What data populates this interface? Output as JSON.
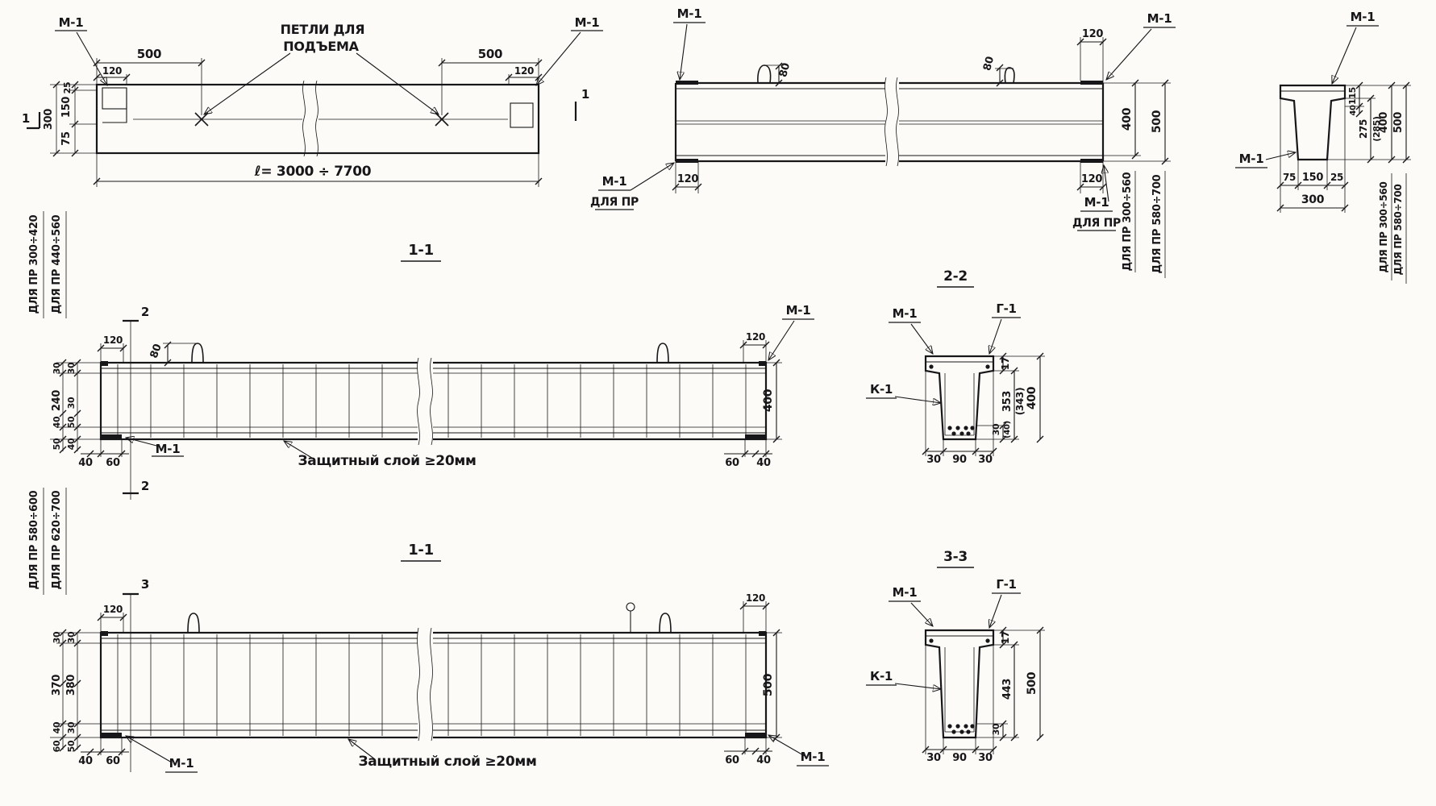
{
  "plan": {
    "m1_left": "М-1",
    "m1_right": "М-1",
    "dim_500_left": "500",
    "dim_120_left": "120",
    "dim_500_right": "500",
    "dim_120_right": "120",
    "loops_label_line1": "ПЕТЛИ ДЛЯ",
    "loops_label_line2": "ПОДЪЕМА",
    "dim_25": "25",
    "dim_150": "150",
    "dim_300": "300",
    "dim_75": "75",
    "section_mark_left": "1",
    "section_mark_right": "1",
    "length_label": "ℓ= 3000 ÷ 7700"
  },
  "elevation": {
    "m1_top_left": "М-1",
    "m1_top_right": "М-1",
    "dim_80_left": "80",
    "dim_80_right": "80",
    "dim_120_top_right": "120",
    "dim_120_bottom_left": "120",
    "dim_120_bottom_right": "120",
    "m1_bottom_left": "М-1",
    "pr_bottom_left": "ДЛЯ ПР",
    "m1_bottom_right": "М-1",
    "pr_bottom_right": "ДЛЯ ПР",
    "dim_400": "400",
    "dim_500": "500",
    "range_400": "ДЛЯ ПР 300÷560",
    "range_500": "ДЛЯ ПР 580÷700"
  },
  "cross_section": {
    "m1_top": "М-1",
    "m1_left": "М-1",
    "dim_115": "115",
    "dim_40": "40",
    "dim_275": "275",
    "dim_285": "(285)",
    "dim_400": "400",
    "dim_500": "500",
    "dim_75": "75",
    "dim_150": "150",
    "dim_25": "25",
    "dim_300": "300",
    "range_400": "ДЛЯ ПР 300÷560",
    "range_500": "ДЛЯ ПР 580÷700"
  },
  "section_1_1_top": {
    "title": "1-1",
    "range_left_1": "ДЛЯ ПР 300÷420",
    "range_left_2": "ДЛЯ ПР 440÷560",
    "cut_mark_top": "2",
    "cut_mark_bottom": "2",
    "dim_120_left": "120",
    "dim_80": "80",
    "dim_120_right": "120",
    "m1_top_right": "М-1",
    "dim_400": "400",
    "left_dims": [
      "30",
      "30",
      "240",
      "30",
      "50",
      "40",
      "50",
      "40"
    ],
    "dim_40_bottom_left": "40",
    "dim_60_bottom_left": "60",
    "m1_bottom_left": "М-1",
    "protective_note": "Защитный  слой ≥20мм",
    "dim_60_bottom_right": "60",
    "dim_40_bottom_right": "40"
  },
  "section_2_2": {
    "title": "2-2",
    "m1": "М-1",
    "g1": "Г-1",
    "k1": "К-1",
    "dim_17": "17",
    "dim_353": "353",
    "dim_343": "(343)",
    "dim_400": "400",
    "dim_30_web": "30",
    "dim_40_web": "(40)",
    "dim_30_left": "30",
    "dim_90": "90",
    "dim_30_right": "30"
  },
  "section_1_1_bottom": {
    "title": "1-1",
    "range_left_1": "ДЛЯ ПР 580÷600",
    "range_left_2": "ДЛЯ ПР 620÷700",
    "cut_mark_top": "3",
    "dim_120_left": "120",
    "dim_120_right": "120",
    "dim_500": "500",
    "left_dims": [
      "30",
      "30",
      "370",
      "380",
      "30",
      "40",
      "50",
      "60"
    ],
    "dim_40_bottom_left": "40",
    "dim_60_bottom_left": "60",
    "m1_bottom_left": "М-1",
    "protective_note": "Защитный  слой ≥20мм",
    "dim_60_bottom_right": "60",
    "dim_40_bottom_right": "40",
    "m1_bottom_right": "М-1"
  },
  "section_3_3": {
    "title": "3-3",
    "m1": "М-1",
    "g1": "Г-1",
    "k1": "К-1",
    "dim_17": "17",
    "dim_443": "443",
    "dim_500": "500",
    "dim_30_web": "30",
    "dim_30_left": "30",
    "dim_90": "90",
    "dim_30_right": "30"
  }
}
